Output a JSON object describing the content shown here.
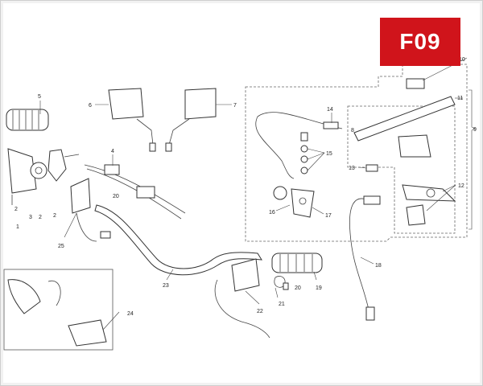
{
  "badge": {
    "code": "F09",
    "color": "#d0141b"
  },
  "callouts": [
    "1",
    "2",
    "2",
    "3",
    "2",
    "4",
    "5",
    "6",
    "7",
    "8",
    "9",
    "10",
    "11",
    "12",
    "13",
    "14",
    "15",
    "16",
    "17",
    "18",
    "19",
    "20",
    "20",
    "21",
    "22",
    "23",
    "24",
    "25"
  ]
}
